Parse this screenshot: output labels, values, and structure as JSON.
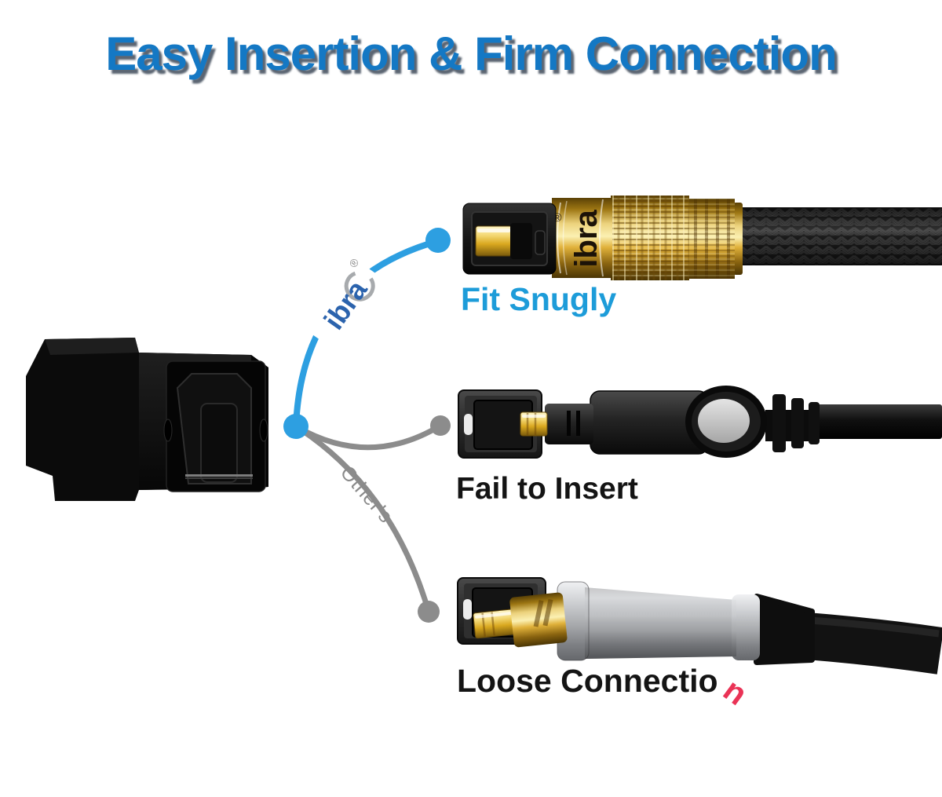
{
  "header": {
    "title": "Easy Insertion & Firm Connection"
  },
  "branding": {
    "logo_text": "ibra",
    "registered_mark": "®",
    "barrel_text": "ibra",
    "others_label": "Other's"
  },
  "rows": [
    {
      "id": "fit-snugly",
      "label": "Fit Snugly",
      "result": "good"
    },
    {
      "id": "fail-to-insert",
      "label": "Fail to Insert",
      "result": "bad"
    },
    {
      "id": "loose-connection",
      "label": "Loose Connectio",
      "dropped_letter": "n",
      "result": "bad"
    }
  ],
  "colors": {
    "title_blue": "#1478c4",
    "good_label_blue": "#1d9cd9",
    "bad_label_black": "#141414",
    "dropped_letter_red": "#ea3356",
    "curve_blue": "#2d9fe1",
    "curve_gray": "#8c8c8c",
    "gold": "#e3b33c",
    "silver": "#b9babc"
  }
}
